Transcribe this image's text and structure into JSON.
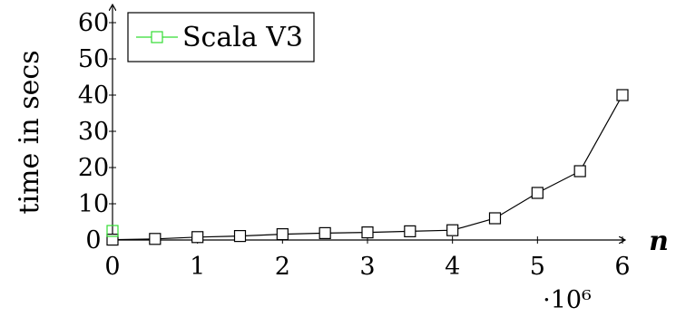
{
  "chart_data": {
    "type": "line",
    "xlabel": "n",
    "ylabel": "time in secs",
    "x_multiplier": "·10⁶",
    "xlim": [
      0,
      6
    ],
    "ylim": [
      0,
      65
    ],
    "x_ticks": [
      0,
      1,
      2,
      3,
      4,
      5,
      6
    ],
    "y_ticks": [
      0,
      10,
      20,
      30,
      40,
      50,
      60
    ],
    "legend_position": "top-left",
    "grid": false,
    "series": [
      {
        "name": "Scala V3",
        "color": "#000000",
        "legend_marker_color": "#33dd33",
        "marker": "square",
        "x": [
          0,
          0.5,
          1,
          1.5,
          2,
          2.5,
          3,
          3.5,
          4,
          4.5,
          5,
          5.5,
          6
        ],
        "y": [
          0.1,
          0.3,
          0.8,
          1.1,
          1.6,
          1.9,
          2.1,
          2.4,
          2.7,
          6.0,
          13.0,
          19.0,
          40.0
        ]
      }
    ]
  }
}
